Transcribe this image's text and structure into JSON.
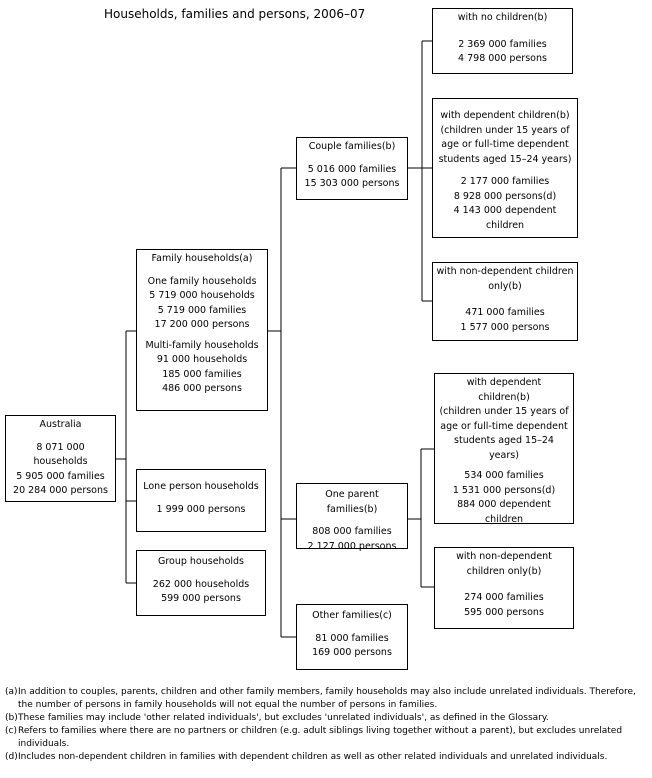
{
  "title": "Households, families and persons, 2006–07",
  "boxes": {
    "australia": {
      "title": "Australia",
      "lines": [
        "8 071 000 households",
        "5 905 000 families",
        "20 284 000 persons"
      ]
    },
    "family_households": {
      "title": "Family households(a)",
      "one_family": [
        "One family households",
        "5 719 000 households",
        "5 719 000 families",
        "17 200 000  persons"
      ],
      "multi_family": [
        "Multi-family households",
        "91 000 households",
        "185 000 families",
        "486 000 persons"
      ]
    },
    "lone_person": {
      "title": "Lone person households",
      "lines": [
        "1 999 000 persons"
      ]
    },
    "group": {
      "title": "Group households",
      "lines": [
        "262 000 households",
        "599 000 persons"
      ]
    },
    "couple_families": {
      "title": "Couple families(b)",
      "lines": [
        "5 016 000 families",
        "15 303 000 persons"
      ]
    },
    "one_parent_families": {
      "title": "One parent families(b)",
      "lines": [
        "808 000 families",
        "2 127 000 persons"
      ]
    },
    "other_families": {
      "title": "Other families(c)",
      "lines": [
        "81 000  families",
        "169 000 persons"
      ]
    },
    "couple_no_children": {
      "title": "with no children(b)",
      "lines": [
        "2 369 000 families",
        "4 798 000  persons"
      ]
    },
    "couple_dependent": {
      "title": [
        "with dependent children(b)",
        "(children under 15 years of",
        "age or full-time dependent",
        "students aged 15–24 years)"
      ],
      "lines": [
        "2 177 000 families",
        "8 928 000 persons(d)",
        "4 143 000 dependent children"
      ]
    },
    "couple_non_dependent": {
      "title": [
        "with non-dependent children",
        "only(b)"
      ],
      "lines": [
        "471 000 families",
        "1 577 000 persons"
      ]
    },
    "parent_dependent": {
      "title": [
        "with dependent",
        "children(b)",
        "(children under 15 years of",
        "age or full-time dependent",
        "students aged 15–24 years)"
      ],
      "lines": [
        "534 000  families",
        "1 531 000  persons(d)",
        "884 000 dependent",
        "children"
      ]
    },
    "parent_non_dependent": {
      "title": [
        "with non-dependent",
        "children only(b)"
      ],
      "lines": [
        "274 000 families",
        "595 000 persons"
      ]
    }
  },
  "notes": [
    {
      "marker": "(a)",
      "text": "In addition to couples, parents, children and other family members, family households may also include unrelated individuals. Therefore, the number of persons in family households will not equal the number of persons in families."
    },
    {
      "marker": "(b)",
      "text": "These families may include 'other related individuals', but excludes 'unrelated individuals', as defined in the Glossary."
    },
    {
      "marker": "(c)",
      "text": "Refers to families where there are no partners or children (e.g. adult siblings living together without a parent), but excludes unrelated individuals."
    },
    {
      "marker": "(d)",
      "text": "Includes non-dependent children in families with dependent children as well as other related individuals and unrelated individuals."
    }
  ]
}
